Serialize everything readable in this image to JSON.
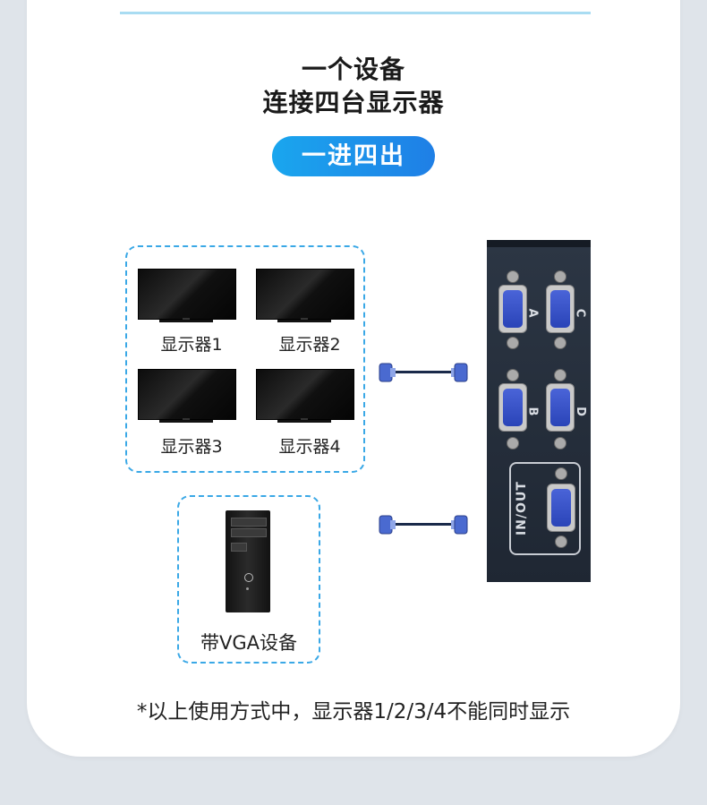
{
  "heading": {
    "line1": "一个设备",
    "line2": "连接四台显示器",
    "mode_pill": "一进四出"
  },
  "monitors": [
    {
      "label": "显示器1"
    },
    {
      "label": "显示器2"
    },
    {
      "label": "显示器3"
    },
    {
      "label": "显示器4"
    }
  ],
  "source": {
    "label": "带VGA设备"
  },
  "device": {
    "ports": [
      "A",
      "B",
      "C",
      "D"
    ],
    "io_label": "IN/OUT"
  },
  "note": "*以上使用方式中，显示器1/2/3/4不能同时显示",
  "colors": {
    "accent": "#1f8ee8",
    "dashed_border": "#3aa8e6",
    "background": "#dfe4ea",
    "card": "#ffffff",
    "vga_blue": "#3b55c8",
    "device_body": "#25303d"
  },
  "icons": [
    "monitor-icon",
    "pc-tower-icon",
    "vga-cable-icon",
    "vga-port-icon"
  ]
}
